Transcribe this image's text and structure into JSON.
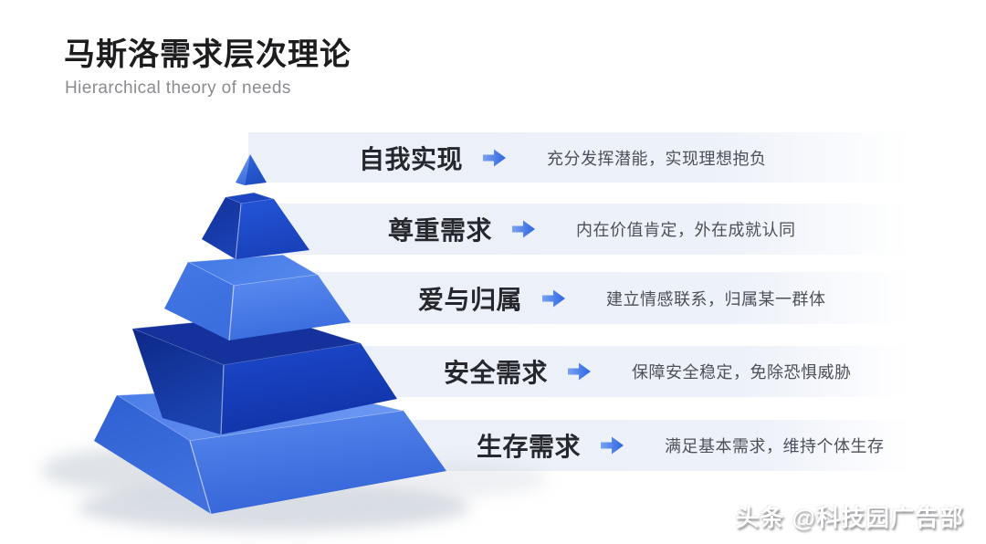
{
  "header": {
    "title": "马斯洛需求层次理论",
    "subtitle": "Hierarchical theory of needs"
  },
  "levels": [
    {
      "label": "自我实现",
      "description": "充分发挥潜能，实现理想抱负"
    },
    {
      "label": "尊重需求",
      "description": "内在价值肯定，外在成就认同"
    },
    {
      "label": "爱与归属",
      "description": "建立情感联系，归属某一群体"
    },
    {
      "label": "安全需求",
      "description": "保障安全稳定，免除恐惧威胁"
    },
    {
      "label": "生存需求",
      "description": "满足基本需求，维持个体生存"
    }
  ],
  "watermark": "头条 @科技园广告部",
  "icons": {
    "row_arrow": "arrow-right-icon"
  },
  "colors": {
    "page_bg": "#ffffff",
    "band_bg": "#edf0f8",
    "title_text": "#1d1d1f",
    "subtitle_text": "#8b8b90",
    "label_text": "#26282d",
    "desc_text": "#4d5058",
    "arrow_light": "#78a2f2",
    "arrow_dark": "#2e65e0",
    "pyramid_tier_colors_top_to_bottom": [
      "#4e81e8",
      "#1c45c1",
      "#4c82e9",
      "#15319b",
      "#4d80e8"
    ]
  }
}
